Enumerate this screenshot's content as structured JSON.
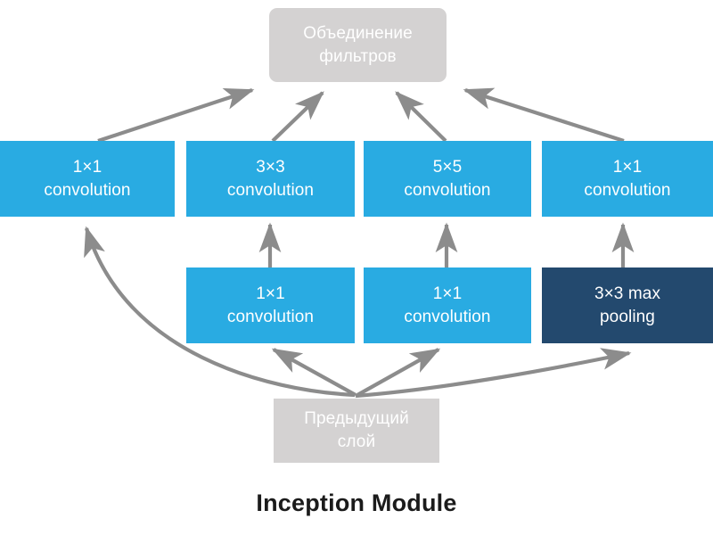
{
  "diagram": {
    "title": "Inception Module",
    "colors": {
      "blue": "#29abe2",
      "navy": "#23496e",
      "gray": "#d4d2d2",
      "arrow": "#8c8c8c",
      "title": "#1b1b1b",
      "background": "#ffffff",
      "node_text": "#ffffff"
    },
    "nodes": {
      "filter_concat": "Объединение\nфильтров",
      "conv_1x1_a": "1×1\nconvolution",
      "conv_3x3": "3×3\nconvolution",
      "conv_5x5": "5×5\nconvolution",
      "conv_1x1_d": "1×1\nconvolution",
      "conv_1x1_reduce_b": "1×1\nconvolution",
      "conv_1x1_reduce_c": "1×1\nconvolution",
      "maxpool_3x3": "3×3 max\npooling",
      "previous_layer": "Предыдущий\nслой"
    }
  }
}
